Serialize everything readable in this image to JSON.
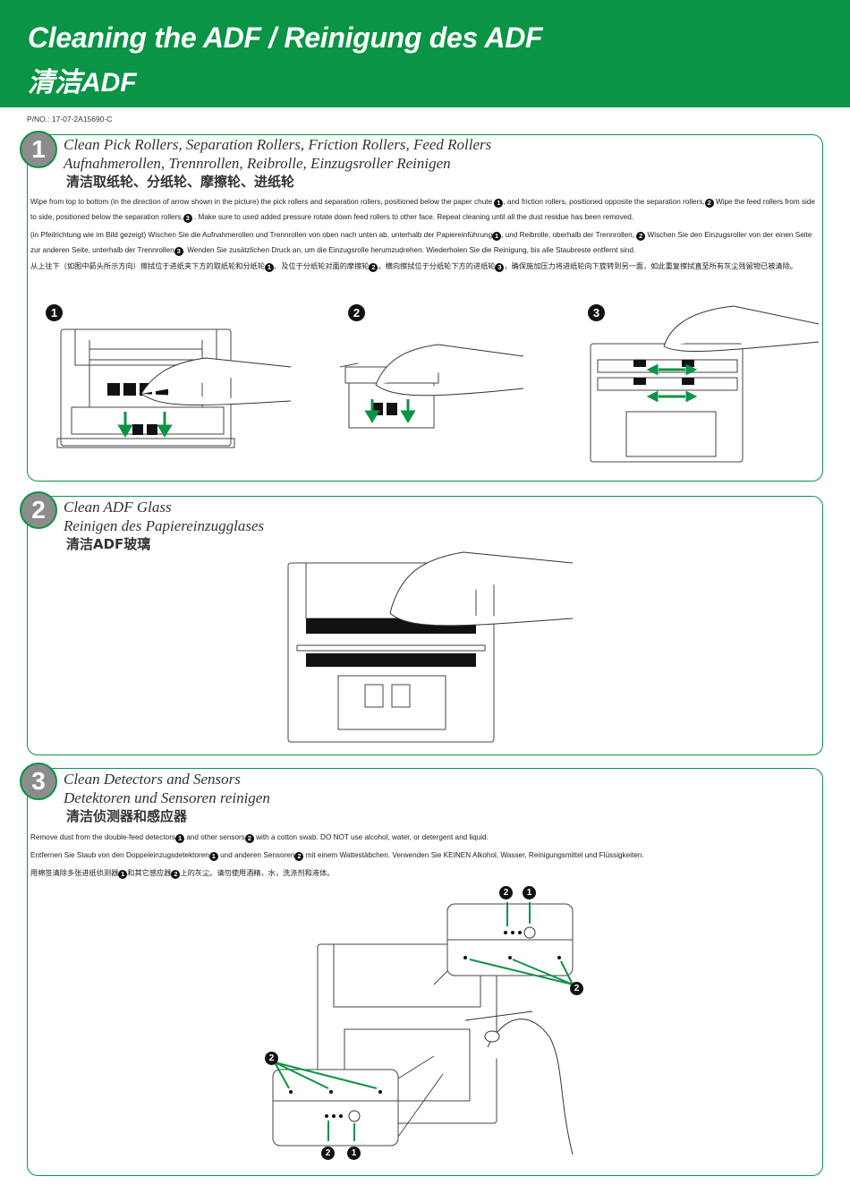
{
  "header": {
    "title_line1": "Cleaning the ADF / Reinigung des ADF",
    "title_line2": "清洁ADF",
    "background_color": "#0a9445"
  },
  "part_number": "P/NO.: 17-07-2A15690-C",
  "sections": [
    {
      "number": "1",
      "title_en": "Clean Pick Rollers, Separation Rollers, Friction Rollers, Feed Rollers",
      "title_de": "Aufnahmerollen, Trennrollen, Reibrolle, Einzugsroller Reinigen",
      "title_zh": "清洁取纸轮、分纸轮、摩擦轮、进纸轮",
      "en_text": {
        "part1": "Wipe from top to bottom (in the direction of arrow shown in the picture) the pick rollers and separation rollers, positioned below the paper chute",
        "part2": ", and friction rollers, positioned opposite the separation rollers,",
        "part3": "Wipe the feed rollers from side to side, positioned below the separation rollers,",
        "part4": ". Make sure to used added pressure rotate down feed rollers to other face. Repeat cleaning until all the dust residue has been removed."
      },
      "de_text": {
        "part1": "(in Pfeilrichtung wie im Bild gezeigt) Wischen Sie die Aufnahmerollen und Trennrollen von oben nach unten ab, unterhalb der Papiereinführung",
        "part2": ", und Reibrolle, oberhalb der Trennrollen,",
        "part3": "Wischen Sie den Einzugsroller von der einen Seite zur anderen Seite, unterhalb der Trennrollen",
        "part4": ". Wenden Sie zusätzlichen Druck an, um die Einzugsrolle herumzudrehen. Wiederholen Sie die Reinigung, bis alle Staubreste entfernt sind."
      },
      "zh_text": {
        "part1": "从上往下（如图中箭头所示方向）擦拭位于进纸夹下方的取纸轮和分纸轮",
        "part2": "、及位于分纸轮对面的摩擦轮",
        "part3": "。横向擦拭位于分纸轮下方的进纸轮",
        "part4": "，确保施加压力将进纸轮向下旋转到另一面，如此重复擦拭直至所有灰尘残留物已被清除。"
      },
      "figure_labels": [
        "1",
        "2",
        "3"
      ]
    },
    {
      "number": "2",
      "title_en": "Clean ADF Glass",
      "title_de": "Reinigen des Papiereinzugglases",
      "title_zh": "清洁ADF玻璃"
    },
    {
      "number": "3",
      "title_en": "Clean Detectors and Sensors",
      "title_de": "Detektoren und Sensoren reinigen",
      "title_zh": "清洁侦测器和感应器",
      "en_text": {
        "part1": "Remove dust from the double-feed detectors",
        "part2": "and other sensors",
        "part3": "with a cotton swab. DO NOT use alcohol, water, or detergent and liquid."
      },
      "de_text": {
        "part1": "Entfernen Sie Staub von den Doppeleinzugsdetektoren",
        "part2": "und anderen Sensoren",
        "part3": "mit einem Wattestäbchen. Verwenden Sie KEINEN Alkohol, Wasser, Reinigungsmittel und Flüssigkeiten."
      },
      "zh_text": {
        "part1": "用棉签清除多张进纸侦测器",
        "part2": "和其它感应器",
        "part3": "上的灰尘。请勿使用酒精，水，洗涤剂和液体。"
      },
      "callouts": {
        "detector": "1",
        "sensor": "2"
      }
    }
  ]
}
